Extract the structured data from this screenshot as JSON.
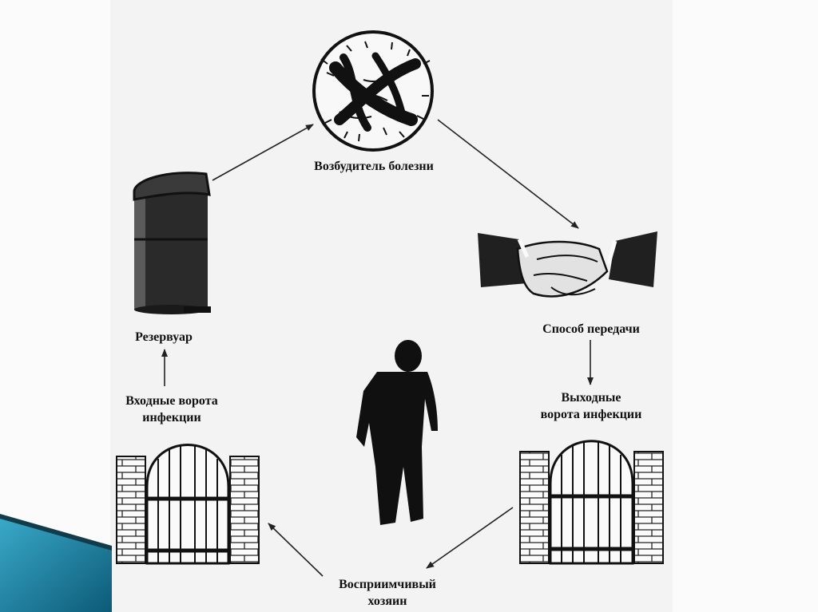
{
  "labels": {
    "pathogen": "Возбудитель болезни",
    "reservoir": "Резервуар",
    "transmission": "Способ передачи",
    "exit_gate_line1": "Выходные",
    "exit_gate_line2": "ворота инфекции",
    "entry_gate_line1": "Входные ворота",
    "entry_gate_line2": "инфекции",
    "host_line1": "Восприимчивый",
    "host_line2": "хозяин"
  },
  "colors": {
    "panel": "#f3f3f3",
    "ink": "#111111",
    "accent_teal": "#2a8fb0",
    "accent_dark": "#0e4e66"
  },
  "icons": {
    "pathogen": "microbe-icon",
    "reservoir": "trash-bin-icon",
    "transmission": "handshake-icon",
    "exit": "gate-icon",
    "entry": "gate-icon",
    "host": "person-silhouette-icon"
  }
}
